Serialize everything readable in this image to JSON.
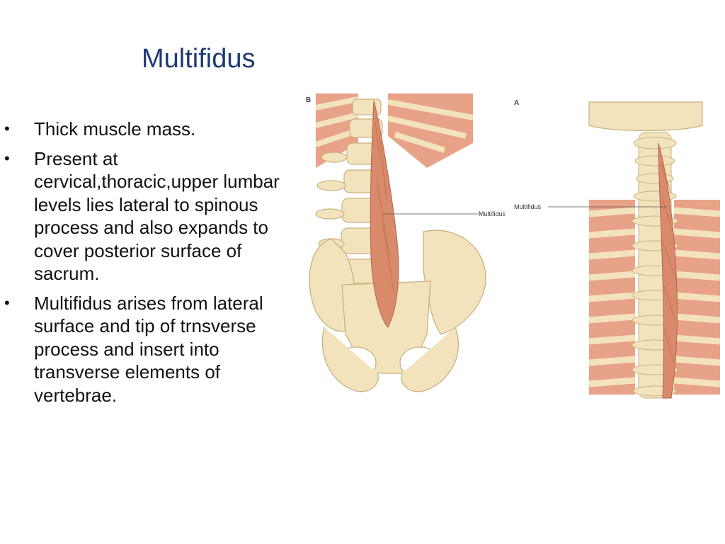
{
  "slide": {
    "title": "Multifidus",
    "bullets": [
      "Thick muscle mass.",
      "Present at cervical,thoracic,upper lumbar levels lies lateral to spinous process and also expands to cover posterior surface of sacrum.",
      "Multifidus arises from lateral surface and tip of trnsverse process and insert into transverse elements of vertebrae."
    ],
    "bullet_glyph": "•"
  },
  "figure_b": {
    "panel_letter": "B",
    "label": "Multifidus"
  },
  "figure_a": {
    "panel_letter": "A",
    "label": "Multifidus"
  },
  "colors": {
    "title": "#1f3a73",
    "bone": "#f2e3bd",
    "bone_edge": "#c9b27f",
    "muscle": "#d98a6a",
    "rib_band": "#e8a287"
  }
}
